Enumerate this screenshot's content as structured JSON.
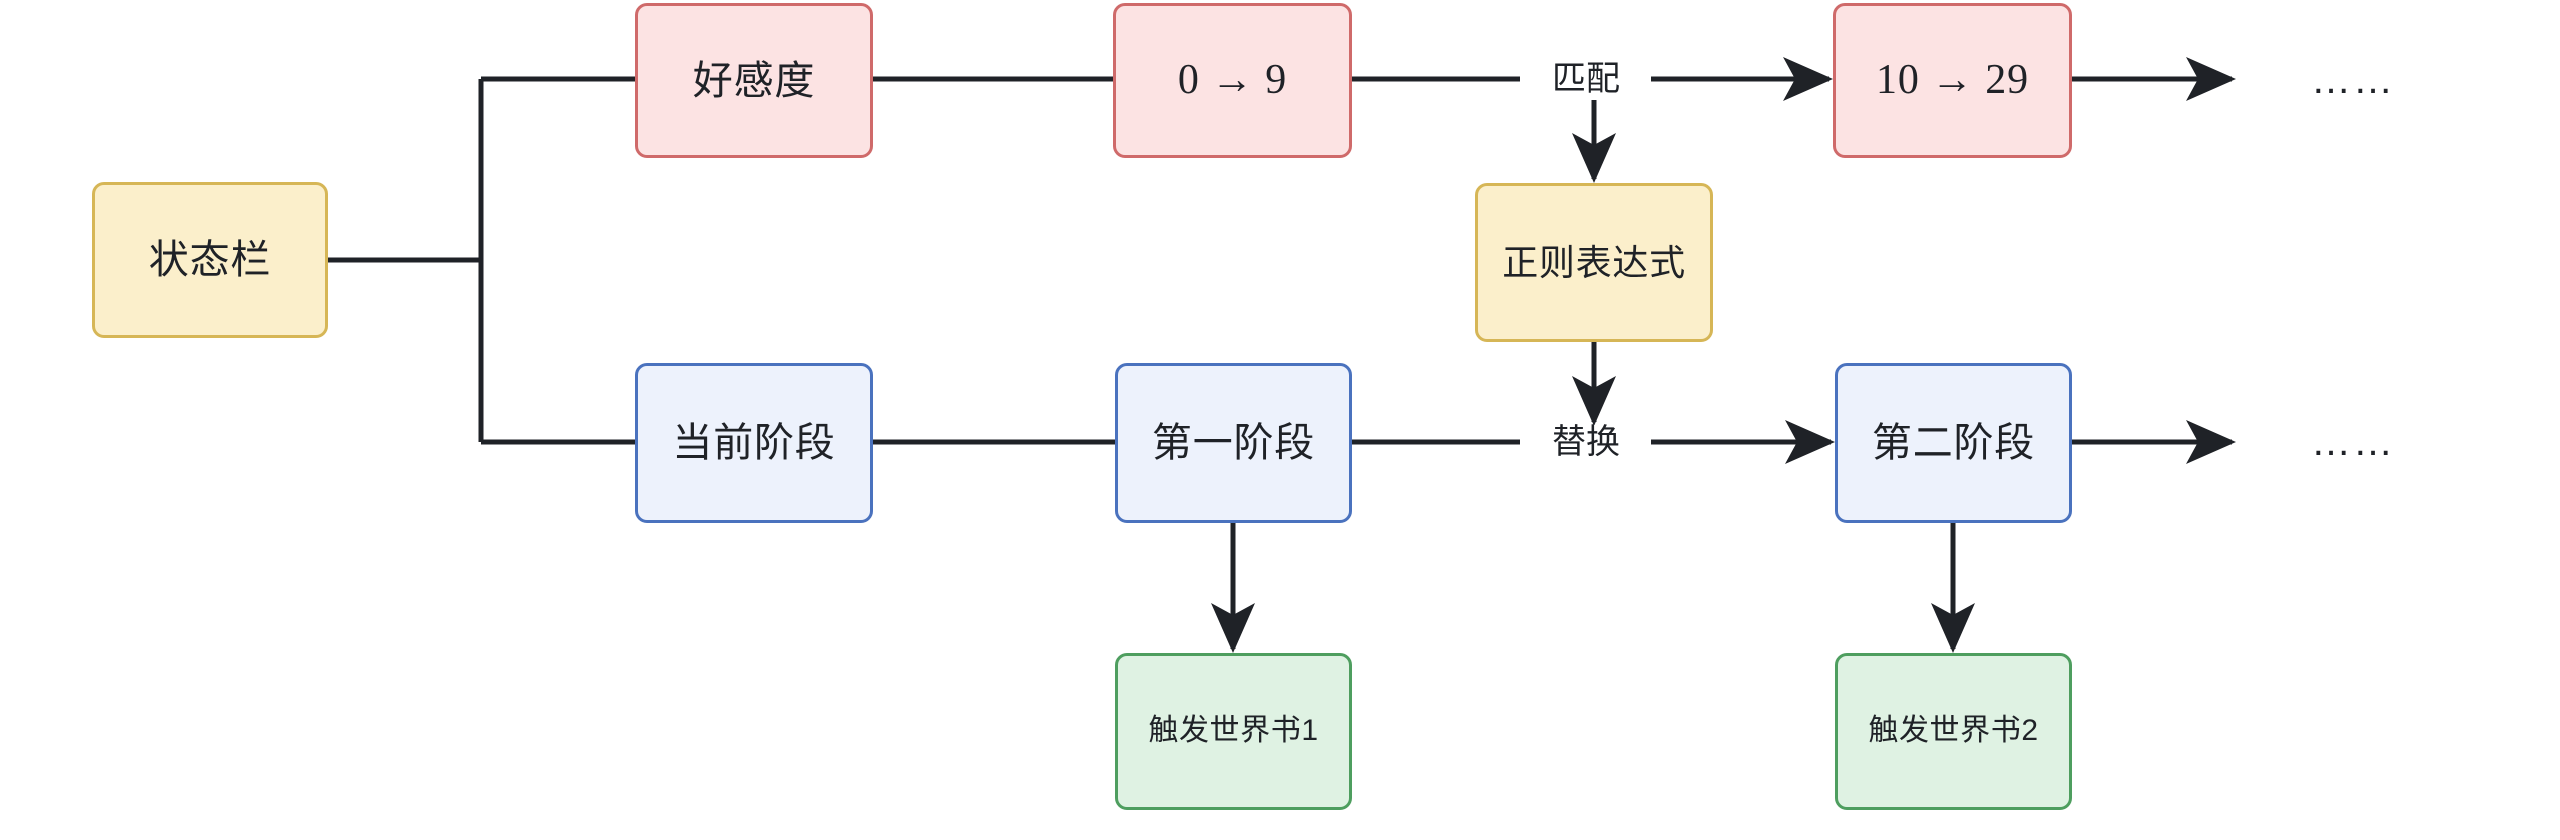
{
  "diagram": {
    "background_color": "#ffffff",
    "line_color": "#1f2227",
    "nodes": {
      "status_bar": {
        "label": "状态栏",
        "color": "#D6B656",
        "fill": "#FBEFCB"
      },
      "affection": {
        "label": "好感度",
        "color": "#CF6A6A",
        "fill": "#FCE3E3"
      },
      "range_0_9": {
        "label": "0 → 9",
        "color": "#CF6A6A",
        "fill": "#FCE3E3"
      },
      "range_10_29": {
        "label": "10 → 29",
        "color": "#CF6A6A",
        "fill": "#FCE3E3"
      },
      "regex": {
        "label": "正则表达式",
        "color": "#D6B656",
        "fill": "#FBEFCB"
      },
      "current_stage": {
        "label": "当前阶段",
        "color": "#4A72BE",
        "fill": "#EDF2FC"
      },
      "stage_one": {
        "label": "第一阶段",
        "color": "#4A72BE",
        "fill": "#EDF2FC"
      },
      "stage_two": {
        "label": "第二阶段",
        "color": "#4A72BE",
        "fill": "#EDF2FC"
      },
      "worldbook_one": {
        "label": "触发世界书1",
        "color": "#4E9E5F",
        "fill": "#DFF2E3"
      },
      "worldbook_two": {
        "label": "触发世界书2",
        "color": "#4E9E5F",
        "fill": "#DFF2E3"
      }
    },
    "edge_labels": {
      "match": "匹配",
      "replace": "替换"
    },
    "continuation": {
      "top": "……",
      "bottom": "……"
    }
  }
}
